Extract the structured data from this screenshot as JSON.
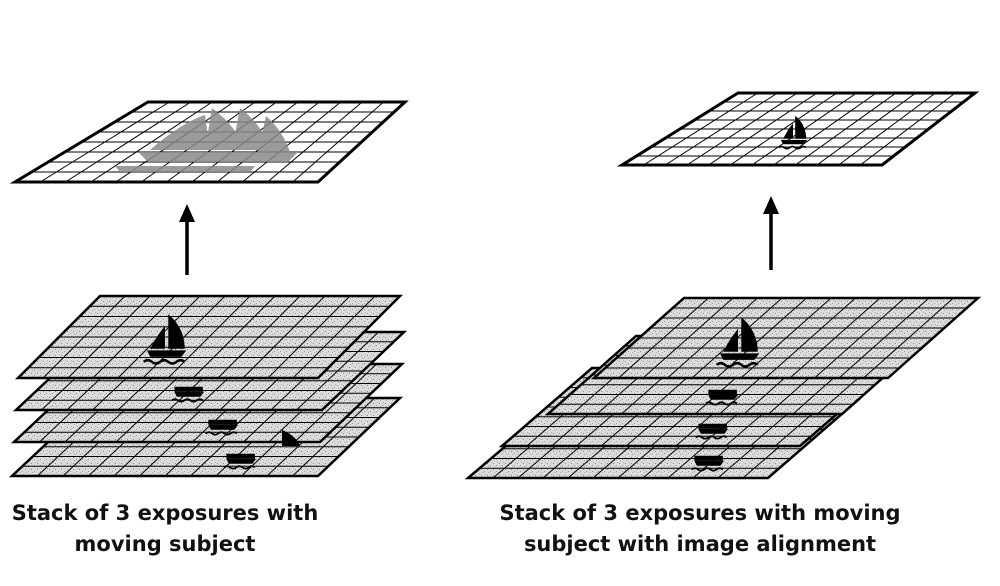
{
  "captions": {
    "left_line1": "Stack of 3 exposures with",
    "left_line2": "moving subject",
    "right_line1": "Stack of 3 exposures with moving",
    "right_line2": "subject with image alignment"
  },
  "colors": {
    "outline": "#000000",
    "sheet_fill": "#d9d9d9",
    "result_fill": "#ffffff",
    "blur": "#8a8a8a",
    "boat": "#000000"
  },
  "icons": {
    "boat": "sailboat-icon",
    "arrow": "arrow-up-icon"
  }
}
